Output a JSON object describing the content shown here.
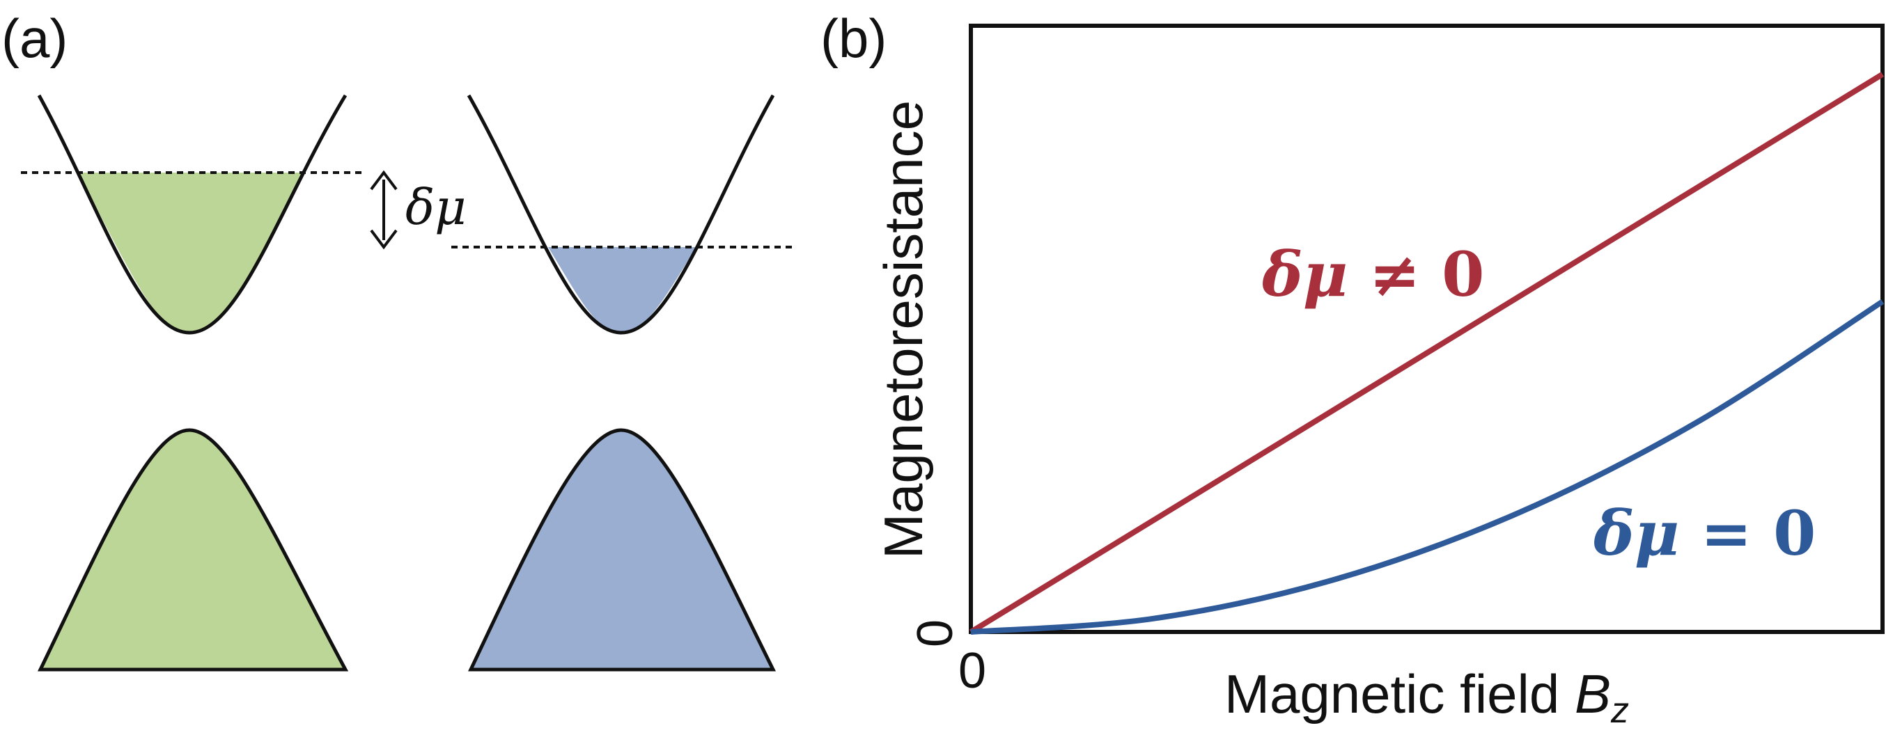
{
  "panel_a": {
    "label": "(a)",
    "delta_label": "δμ",
    "colors": {
      "left_fill": "#bcd697",
      "right_fill": "#99aed0",
      "band_line": "#111111",
      "fermi_line": "#111111"
    }
  },
  "panel_b": {
    "label": "(b)",
    "x_zero_tick": "0",
    "y_zero_tick": "0",
    "xlabel_text": "Magnetic field ",
    "xlabel_symbol": "B",
    "xlabel_subscript": "z",
    "ylabel": "Magnetoresistance",
    "curve_labels": {
      "nonzero": {
        "greek": "δμ",
        "rest": " ≠ 0"
      },
      "zero": {
        "greek": "δμ",
        "rest": " = 0"
      }
    },
    "colors": {
      "nonzero": "#a8303c",
      "zero": "#2e5a9a",
      "frame": "#111111"
    }
  },
  "chart_data": {
    "type": "line",
    "title": "",
    "xlabel": "Magnetic field Bz",
    "ylabel": "Magnetoresistance",
    "xlim": [
      0,
      1
    ],
    "ylim": [
      0,
      1
    ],
    "x_ticks": [
      "0"
    ],
    "y_ticks": [
      "0"
    ],
    "grid": false,
    "series": [
      {
        "name": "δμ ≠ 0",
        "color": "#a8303c",
        "x": [
          0,
          0.2,
          0.4,
          0.6,
          0.8,
          1.0
        ],
        "values": [
          0,
          0.184,
          0.368,
          0.552,
          0.736,
          0.92
        ]
      },
      {
        "name": "δμ = 0",
        "color": "#2e5a9a",
        "x": [
          0,
          0.2,
          0.4,
          0.6,
          0.8,
          1.0
        ],
        "values": [
          0,
          0.022,
          0.087,
          0.196,
          0.349,
          0.545
        ]
      }
    ]
  }
}
